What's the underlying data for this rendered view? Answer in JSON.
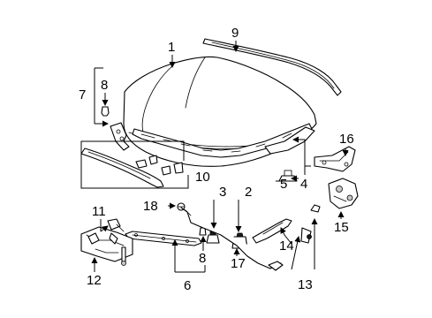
{
  "callouts": {
    "c1": "1",
    "c2": "2",
    "c3": "3",
    "c4": "4",
    "c5": "5",
    "c6": "6",
    "c7": "7",
    "c8a": "8",
    "c8b": "8",
    "c9": "9",
    "c10": "10",
    "c11": "11",
    "c12": "12",
    "c13": "13",
    "c14": "14",
    "c15": "15",
    "c16": "16",
    "c17": "17",
    "c18": "18"
  }
}
